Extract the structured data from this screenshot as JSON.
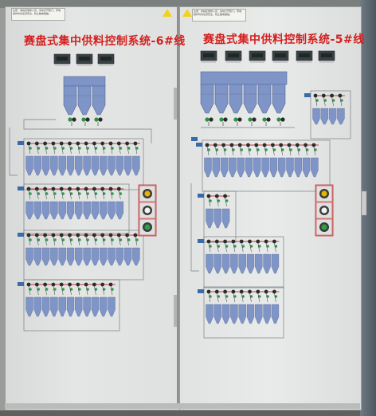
{
  "image": {
    "subject": "Two side-by-side grey electrical control cabinets with mimic diagrams of a centralized material feeding system",
    "left_panel": {
      "title": "赛盘式集中供料控制系统-6#线",
      "warning_label": "注意：非指定维修人员，请勿打开柜门。带电操作时请注意安全，防止触电事故。"
    },
    "right_panel": {
      "title": "赛盘式集中供料控制系统-5#线",
      "warning_label": "注意：非指定维修人员，请勿打开柜门。带电操作时请注意安全，防止触电事故。"
    },
    "colors": {
      "cabinet": "#e3e5e4",
      "hopper_blue": "#7f95c7",
      "title_red": "#d4201f",
      "warning_yellow": "#f3d21a"
    }
  }
}
